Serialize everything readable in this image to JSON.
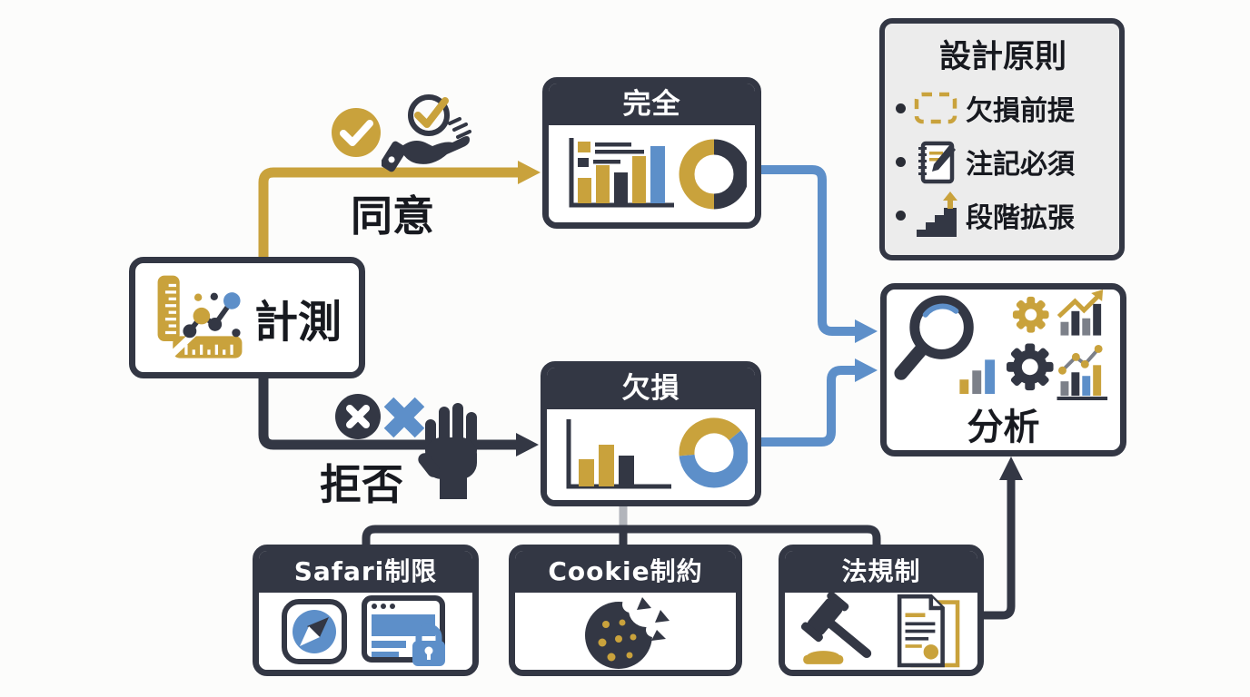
{
  "palette": {
    "dark": "#333744",
    "gold": "#c9a23c",
    "blue": "#5d8fc9",
    "gray": "#7c8089",
    "panel_bg": "#ececec",
    "page_bg": "#fcfcfb"
  },
  "nodes": {
    "measurement": {
      "label": "計測",
      "icon": "ruler-scatter-chart-icon"
    },
    "complete": {
      "label": "完全",
      "icon": "bar-chart-donut-icon"
    },
    "missing": {
      "label": "欠損",
      "icon": "small-bar-chart-donut-icon"
    },
    "analysis": {
      "label": "分析",
      "icon": "magnifier-gears-charts-icon"
    },
    "safari_limit": {
      "label": "Safari制限",
      "icons": [
        "safari-compass-icon",
        "locked-browser-icon"
      ]
    },
    "cookie_constraint": {
      "label": "Cookie制約",
      "icon": "bitten-cookie-icon"
    },
    "legal_regulation": {
      "label": "法規制",
      "icons": [
        "gavel-icon",
        "legal-document-icon"
      ]
    }
  },
  "edges": {
    "consent": {
      "label": "同意",
      "color": "#c9a23c",
      "icons": [
        "check-circle-icon",
        "hand-offering-check-icon"
      ]
    },
    "refusal": {
      "label": "拒否",
      "color": "#333744",
      "icons": [
        "x-circle-icon",
        "blue-x-icon",
        "stop-hand-icon"
      ]
    },
    "complete_to_analysis": {
      "color": "#5d8fc9"
    },
    "missing_to_analysis": {
      "color": "#5d8fc9"
    },
    "missing_to_constraints": {
      "color": "#333744"
    },
    "legal_to_analysis": {
      "color": "#333744"
    }
  },
  "principles": {
    "title": "設計原則",
    "items": [
      {
        "label": "欠損前提",
        "icon": "dashed-placeholder-icon"
      },
      {
        "label": "注記必須",
        "icon": "notebook-pencil-icon"
      },
      {
        "label": "段階拡張",
        "icon": "stairs-growth-icon"
      }
    ]
  }
}
